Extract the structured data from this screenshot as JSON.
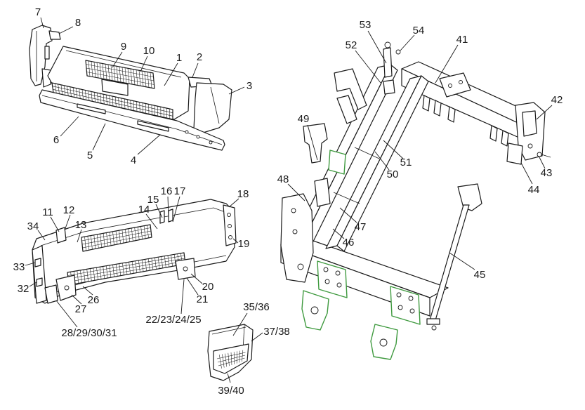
{
  "diagram": {
    "callouts": {
      "upper_bumper": [
        "7",
        "8",
        "9",
        "10",
        "1",
        "2",
        "3",
        "6",
        "5",
        "4"
      ],
      "rear_bumper": [
        "18",
        "15",
        "16",
        "17",
        "14",
        "11",
        "12",
        "34",
        "13",
        "19",
        "33",
        "32",
        "20",
        "27",
        "26",
        "21",
        "28/29/30/31",
        "22/23/24/25"
      ],
      "step": [
        "35/36",
        "37/38",
        "39/40"
      ],
      "frame": [
        "53",
        "54",
        "52",
        "41",
        "42",
        "49",
        "51",
        "50",
        "43",
        "44",
        "48",
        "47",
        "46",
        "45"
      ]
    }
  },
  "colors": {
    "line": "#1a1a1a",
    "accent": "#3f9a3f",
    "background": "#ffffff"
  }
}
